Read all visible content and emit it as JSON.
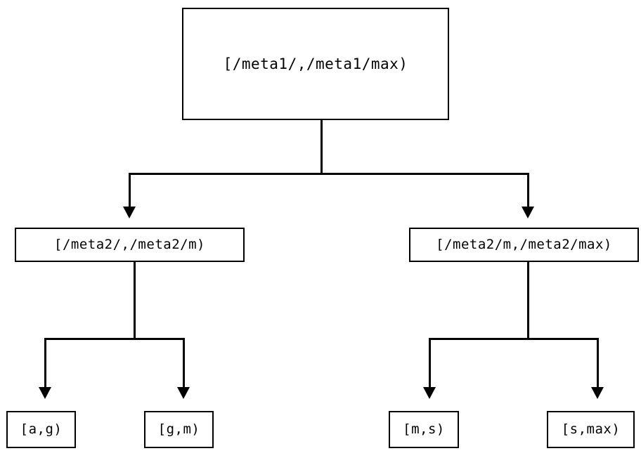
{
  "diagram": {
    "type": "tree",
    "background_color": "#ffffff",
    "line_color": "#000000",
    "border_color": "#000000",
    "text_color": "#000000",
    "nodes": {
      "root": {
        "label": "[/meta1/,/meta1/max)"
      },
      "mid_left": {
        "label": "[/meta2/,/meta2/m)"
      },
      "mid_right": {
        "label": "[/meta2/m,/meta2/max)"
      },
      "leaf_ag": {
        "label": "[a,g)"
      },
      "leaf_gm": {
        "label": "[g,m)"
      },
      "leaf_ms": {
        "label": "[m,s)"
      },
      "leaf_smax": {
        "label": "[s,max)"
      }
    },
    "edges": [
      {
        "from": "root",
        "to": "mid_left",
        "arrow": "down-triangle"
      },
      {
        "from": "root",
        "to": "mid_right",
        "arrow": "down-triangle"
      },
      {
        "from": "mid_left",
        "to": "leaf_ag",
        "arrow": "down-triangle"
      },
      {
        "from": "mid_left",
        "to": "leaf_gm",
        "arrow": "down-triangle"
      },
      {
        "from": "mid_right",
        "to": "leaf_ms",
        "arrow": "down-triangle"
      },
      {
        "from": "mid_right",
        "to": "leaf_smax",
        "arrow": "down-triangle"
      }
    ]
  }
}
